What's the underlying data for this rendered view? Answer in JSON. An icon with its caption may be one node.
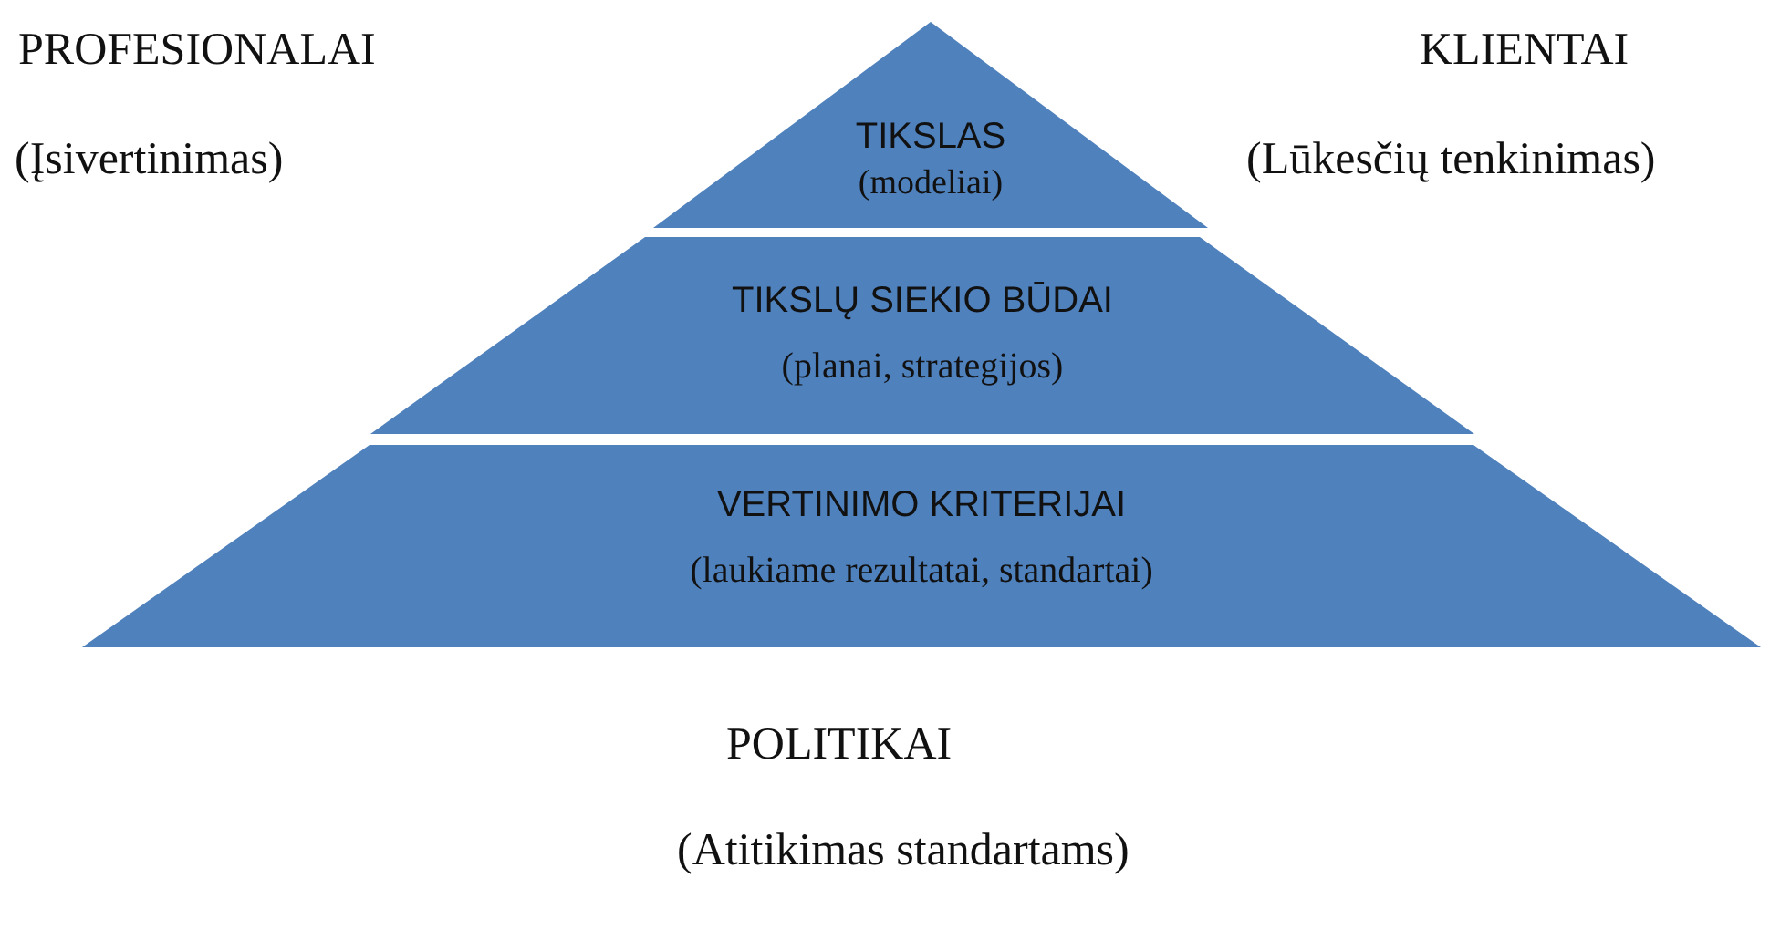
{
  "diagram": {
    "nodes": [
      {
        "text": [
          "TIKSLAS",
          "(modeliai)"
        ]
      },
      {
        "text": [
          "TIKSLŲ SIEKIO BŪDAI",
          "(planai, strategijos)"
        ]
      },
      {
        "text": [
          "VERTINIMO KRITERIJAI",
          "(laukiame rezultatai, standartai)"
        ]
      }
    ],
    "edges": [],
    "labels": [
      "PROFESIONALAI",
      "KLIENTAI",
      "(Įsivertinimas)",
      "(Lūkesčių tenkinimas)",
      "POLITIKAI",
      "(Atitikimas standartams)"
    ]
  }
}
